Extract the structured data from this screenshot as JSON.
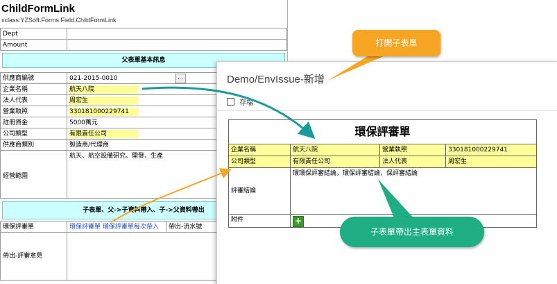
{
  "main_form": {
    "title": "ChildFormLink",
    "subtitle": "xclass:YZSoft.Forms.Field.ChildFormLink",
    "rows_top": [
      {
        "label": "Dept",
        "value": ""
      },
      {
        "label": "Amount",
        "value": ""
      }
    ],
    "section1_title": "父表單基本訊息",
    "fields": [
      {
        "label": "供應商編號",
        "value": "021-2015-0010",
        "highlight": false
      },
      {
        "label": "企業名稱",
        "value": "航天八院",
        "highlight": true
      },
      {
        "label": "法人代表",
        "value": "周宏生",
        "highlight": true
      },
      {
        "label": "營業執照",
        "value": "330181000229741",
        "highlight": true
      },
      {
        "label": "註冊資金",
        "value": "5000萬元",
        "highlight": false
      },
      {
        "label": "公司類型",
        "value": "有限責任公司",
        "highlight": true
      },
      {
        "label": "供應商類別",
        "value": "製造商/代理商",
        "highlight": false
      }
    ],
    "scope_label": "經營範圍",
    "scope_value": "航天、航空設備研究、開發、生產",
    "lookup_button_label": "...",
    "section2_title": "子表單、父->子資料帶入、子->父資料帶出",
    "review_label": "環保評審單",
    "review_link1": "環保評審單",
    "review_link2": "環保評審單每次帶入",
    "serial_label": "帶出-流水號",
    "opinion_label": "帶出-評審意見"
  },
  "popup": {
    "window_title": "Demo/EnvIssue-新增",
    "save_label": "存檔",
    "form_title": "環保評審單",
    "row1": {
      "label_a": "企業名稱",
      "value_a": "航天八院",
      "label_b": "營業執照",
      "value_b": "330181000229741"
    },
    "row2": {
      "label_a": "公司類型",
      "value_a": "有限責任公司",
      "label_b": "法人代表",
      "value_b": "周宏生"
    },
    "comment_label": "評審結論",
    "comment_value": "環環保評審結論，環保評審結論，保評審結論",
    "attach_label": "附件"
  },
  "callouts": {
    "open_child": "打開子表單",
    "child_pull": "子表單帶出主表單資料"
  },
  "colors": {
    "highlight": "#ffff99",
    "band": "#ccffff",
    "orange_callout": "#f6a623",
    "green_callout": "#1fae84",
    "link": "#2255cc"
  }
}
